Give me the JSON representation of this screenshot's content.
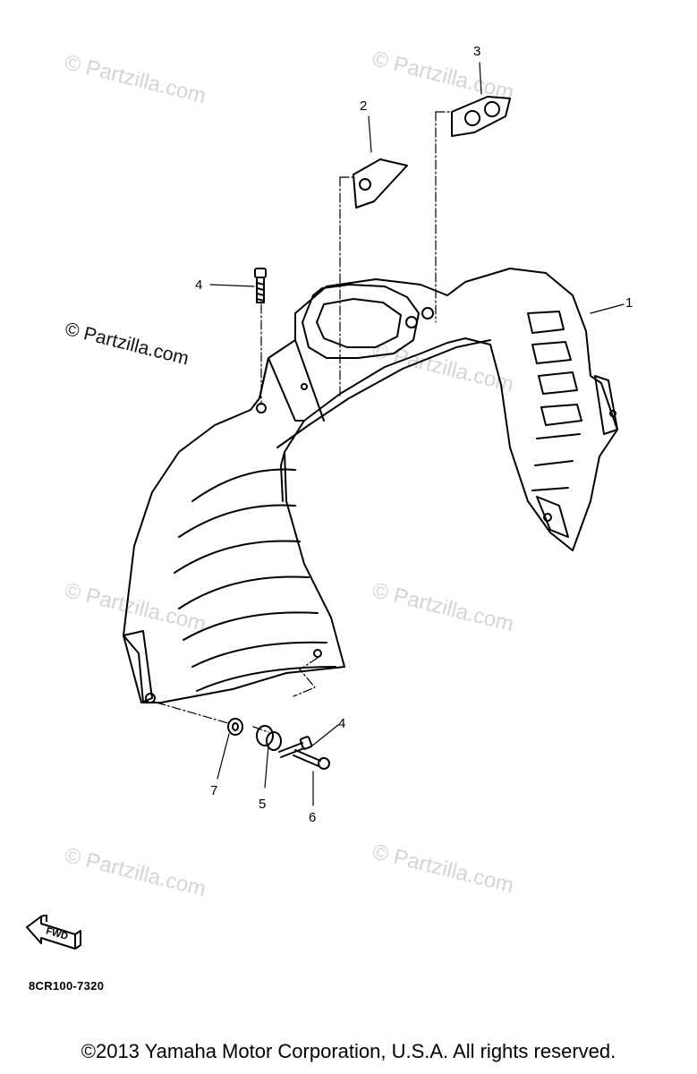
{
  "callouts": [
    {
      "id": "1",
      "label": "1"
    },
    {
      "id": "2",
      "label": "2"
    },
    {
      "id": "3",
      "label": "3"
    },
    {
      "id": "4a",
      "label": "4"
    },
    {
      "id": "4b",
      "label": "4"
    },
    {
      "id": "5",
      "label": "5"
    },
    {
      "id": "6",
      "label": "6"
    },
    {
      "id": "7",
      "label": "7"
    }
  ],
  "watermark": {
    "text": "© Partzilla.com",
    "main_text": "© Partzilla.com"
  },
  "fwd_label": "FWD",
  "diagram_code": "8CR100-7320",
  "copyright": "©2013 Yamaha Motor Corporation, U.S.A. All rights reserved."
}
